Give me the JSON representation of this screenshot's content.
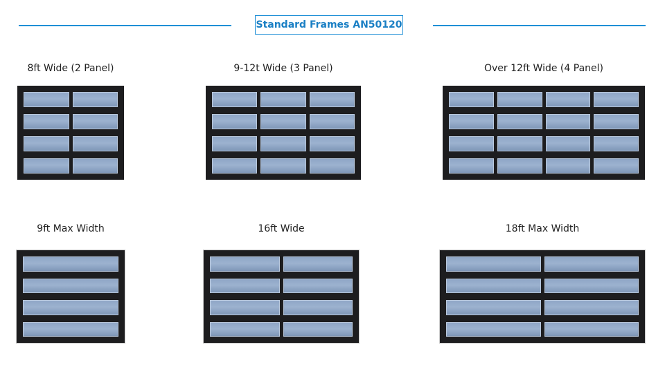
{
  "header": {
    "title": "Standard Frames AN50120"
  },
  "doors": [
    {
      "label": "8ft Wide (2 Panel)",
      "columns": 2,
      "rows": 4
    },
    {
      "label": "9-12t Wide (3 Panel)",
      "columns": 3,
      "rows": 4
    },
    {
      "label": "Over 12ft Wide (4 Panel)",
      "columns": 4,
      "rows": 4
    },
    {
      "label": "9ft Max Width",
      "columns": 1,
      "rows": 4
    },
    {
      "label": "16ft  Wide",
      "columns": 2,
      "rows": 4
    },
    {
      "label": "18ft Max Width",
      "columns": 2,
      "rows": 4
    }
  ],
  "colors": {
    "accent": "#1f8fd6",
    "frame": "#1d1d1f",
    "glass": "#8fa6c6"
  }
}
